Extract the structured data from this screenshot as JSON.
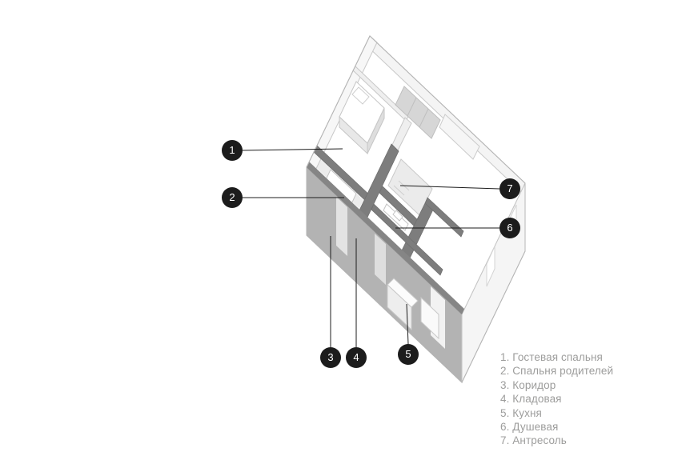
{
  "diagram": {
    "type": "axonometric-apartment-plan",
    "callouts": [
      {
        "number": "1",
        "label": "Гостевая спальня"
      },
      {
        "number": "2",
        "label": "Спальня родителей"
      },
      {
        "number": "3",
        "label": "Коридор"
      },
      {
        "number": "4",
        "label": "Кладовая"
      },
      {
        "number": "5",
        "label": "Кухня"
      },
      {
        "number": "6",
        "label": "Душевая"
      },
      {
        "number": "7",
        "label": "Антресоль"
      }
    ],
    "legend": {
      "items": [
        "1. Гостевая спальня",
        "2. Спальня родителей",
        "3. Коридор",
        "4. Кладовая",
        "5. Кухня",
        "6. Душевая",
        "7. Антресоль"
      ]
    },
    "colors": {
      "badge": "#1c1c1c",
      "badge_text": "#ffffff",
      "leader_line": "#1c1c1c",
      "legend_text": "#9d9d9c",
      "cut_wall": "#7d7d7d",
      "facade_gray": "#b3b3b3",
      "background": "#ffffff"
    }
  }
}
